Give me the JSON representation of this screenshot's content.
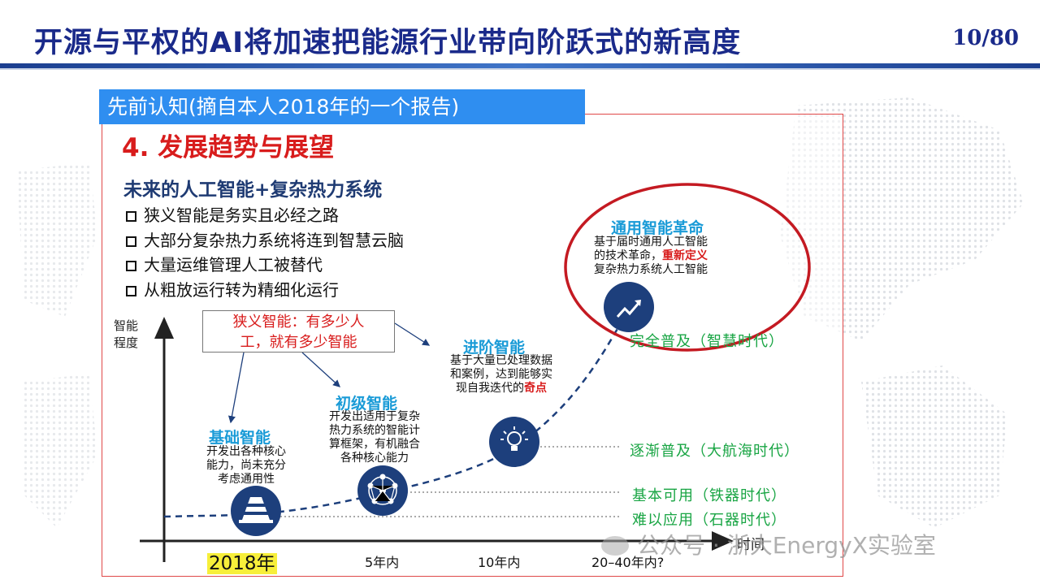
{
  "header": {
    "title": "开源与平权的AI将加速把能源行业带向阶跃式的新高度",
    "page_number": "10/80"
  },
  "banner": "先前认知(摘自本人2018年的一个报告)",
  "section_title": "4. 发展趋势与展望",
  "subtitle": "未来的人工智能+复杂热力系统",
  "bullets": [
    "狭义智能是务实且必经之路",
    "大部分复杂热力系统将连到智慧云脑",
    "大量运维管理人工被替代",
    "从粗放运行转为精细化运行"
  ],
  "axes": {
    "y_label_line1": "智能",
    "y_label_line2": "程度",
    "x_label": "时间"
  },
  "callout": {
    "line1": "狭义智能：有多少人",
    "line2": "工，就有多少智能"
  },
  "timeline": [
    "2018年",
    "5年内",
    "10年内",
    "20–40年内?"
  ],
  "stages": [
    {
      "title": "基础智能",
      "lines": [
        "开发出各种核心",
        "能力，尚未充分",
        "考虑通用性"
      ],
      "icon": "traffic-cone-icon"
    },
    {
      "title": "初级智能",
      "lines": [
        "开发出适用于复杂",
        "热力系统的智能计",
        "算框架，有机融合",
        "各种核心能力"
      ],
      "icon": "network-icon"
    },
    {
      "title": "进阶智能",
      "lines": [
        "基于大量已处理数据",
        "和案例，达到能够实",
        "现自我迭代的"
      ],
      "highlight": "奇点",
      "icon": "lightbulb-icon"
    },
    {
      "title": "通用智能革命",
      "lines": [
        "基于届时通用人工智能",
        "的技术革命，",
        "复杂热力系统人工智能"
      ],
      "highlight": "重新定义",
      "icon": "trend-up-icon"
    }
  ],
  "eras": [
    "完全普及（智慧时代）",
    "逐渐普及（大航海时代）",
    "基本可用（铁器时代）",
    "难以应用（石器时代）"
  ],
  "watermark": "公众号 · 浙大EnergyX实验室",
  "colors": {
    "title_blue": "#1a2a8a",
    "banner_blue": "#2f8ef0",
    "accent_red": "#d81c1c",
    "stage_blue": "#1a9bd7",
    "era_green": "#19a544",
    "icon_navy": "#1d3f7c"
  }
}
